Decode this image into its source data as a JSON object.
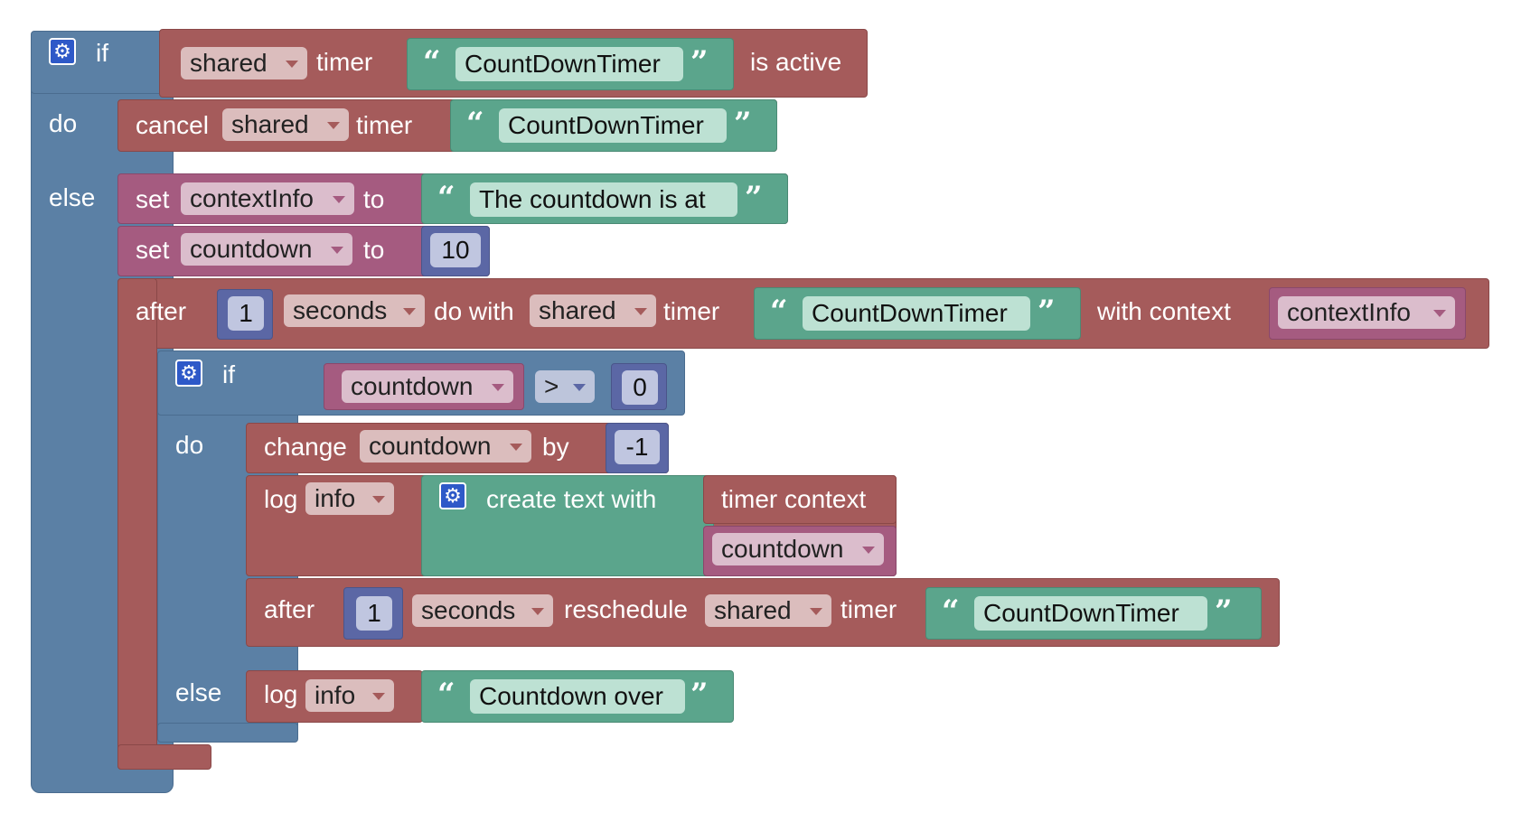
{
  "outer_if": {
    "if_label": "if",
    "do_label": "do",
    "else_label": "else",
    "condition": {
      "scope": "shared",
      "timer_label": "timer",
      "name": "CountDownTimer",
      "suffix": "is active"
    },
    "do_block": {
      "cancel_label": "cancel",
      "scope": "shared",
      "timer_label": "timer",
      "name": "CountDownTimer"
    }
  },
  "set_context": {
    "set_label": "set",
    "variable": "contextInfo",
    "to_label": "to",
    "value": "The countdown is at "
  },
  "set_countdown": {
    "set_label": "set",
    "variable": "countdown",
    "to_label": "to",
    "value": "10"
  },
  "after_block": {
    "after_label": "after",
    "delay": "1",
    "unit": "seconds",
    "do_with_label": "do with",
    "scope": "shared",
    "timer_label": "timer",
    "name": "CountDownTimer",
    "with_context_label": "with context",
    "context": "contextInfo"
  },
  "inner_if": {
    "if_label": "if",
    "do_label": "do",
    "else_label": "else",
    "compare": {
      "variable": "countdown",
      "operator": ">",
      "value": "0"
    }
  },
  "change_block": {
    "change_label": "change",
    "variable": "countdown",
    "by_label": "by",
    "value": "-1"
  },
  "log_block": {
    "log_label": "log",
    "level": "info",
    "create_label": "create text with",
    "item1": "timer context",
    "item2": "countdown"
  },
  "reschedule_block": {
    "after_label": "after",
    "delay": "1",
    "unit": "seconds",
    "reschedule_label": "reschedule",
    "scope": "shared",
    "timer_label": "timer",
    "name": "CountDownTimer"
  },
  "else_log": {
    "log_label": "log",
    "level": "info",
    "message": "Countdown over"
  },
  "colors": {
    "logic": "#5b80a5",
    "timer": "#a55b5b",
    "text": "#5ba58c",
    "variable": "#a55b80",
    "math": "#5b67a5"
  },
  "icons": {
    "gear": "gear-icon",
    "open_quote": "open-quote-icon",
    "close_quote": "close-quote-icon",
    "dropdown": "dropdown-arrow-icon"
  }
}
